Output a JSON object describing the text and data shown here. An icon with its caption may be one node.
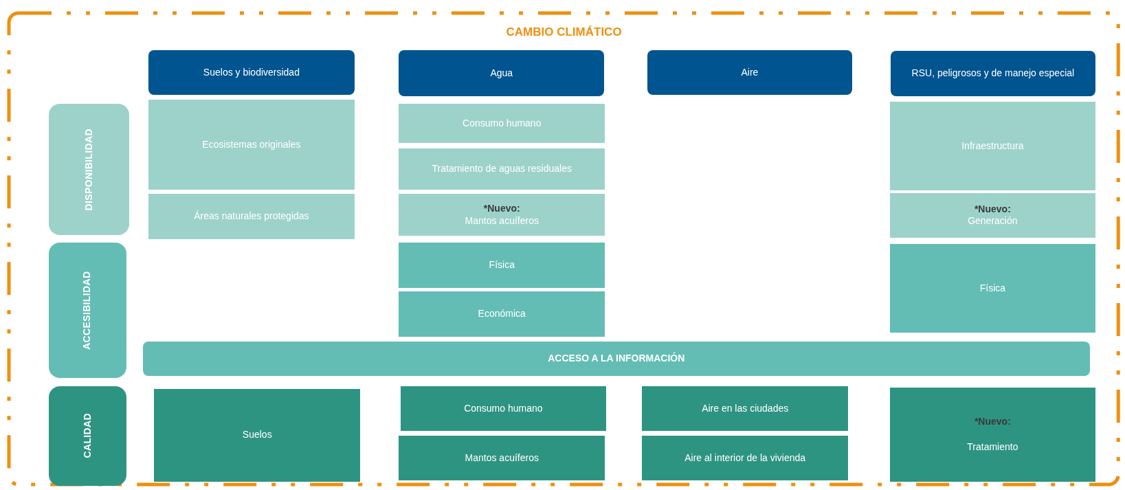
{
  "diagram": {
    "nodes": [
      {
        "text": [
          "CAMBIO CLIMÁTICO"
        ]
      },
      {
        "text": [
          "Suelos y biodiversidad"
        ],
        "in": 0
      },
      {
        "text": [
          "Agua"
        ],
        "in": 0
      },
      {
        "text": [
          "Aire"
        ],
        "in": 0
      },
      {
        "text": [
          "RSU, peligrosos y de manejo especial"
        ],
        "in": 0
      },
      {
        "text": [
          "DISPONIBILIDAD"
        ],
        "in": 0
      },
      {
        "text": [
          "Ecosistemas originales"
        ],
        "in": 0
      },
      {
        "text": [
          "Consumo humano"
        ],
        "in": 0
      },
      {
        "text": [
          "Infraestructura"
        ],
        "in": 0
      },
      {
        "text": [
          "Tratamiento de aguas residuales"
        ],
        "in": 0
      },
      {
        "text": [
          "Áreas naturales protegidas"
        ],
        "in": 0
      },
      {
        "text": [
          "*Nuevo:",
          "Mantos acuíferos"
        ],
        "in": 0
      },
      {
        "text": [
          "*Nuevo:",
          "Generación"
        ],
        "in": 0
      },
      {
        "text": [
          "ACCESIBILIDAD"
        ],
        "in": 0
      },
      {
        "text": [
          "Física"
        ],
        "in": 0
      },
      {
        "text": [
          "Física"
        ],
        "in": 0
      },
      {
        "text": [
          "Económica"
        ],
        "in": 0
      },
      {
        "text": [
          "ACCESO A LA INFORMACIÓN"
        ],
        "in": 0
      },
      {
        "text": [
          "CALIDAD"
        ],
        "in": 0
      },
      {
        "text": [
          "Suelos"
        ],
        "in": 0
      },
      {
        "text": [
          "Consumo humano"
        ],
        "in": 0
      },
      {
        "text": [
          "Aire en las ciudades"
        ],
        "in": 0
      },
      {
        "text": [
          "*Nuevo:",
          "Tratamiento"
        ],
        "in": 0
      },
      {
        "text": [
          "Mantos acuíferos"
        ],
        "in": 0
      },
      {
        "text": [
          "Aire al interior de la vivienda"
        ],
        "in": 0
      }
    ]
  }
}
